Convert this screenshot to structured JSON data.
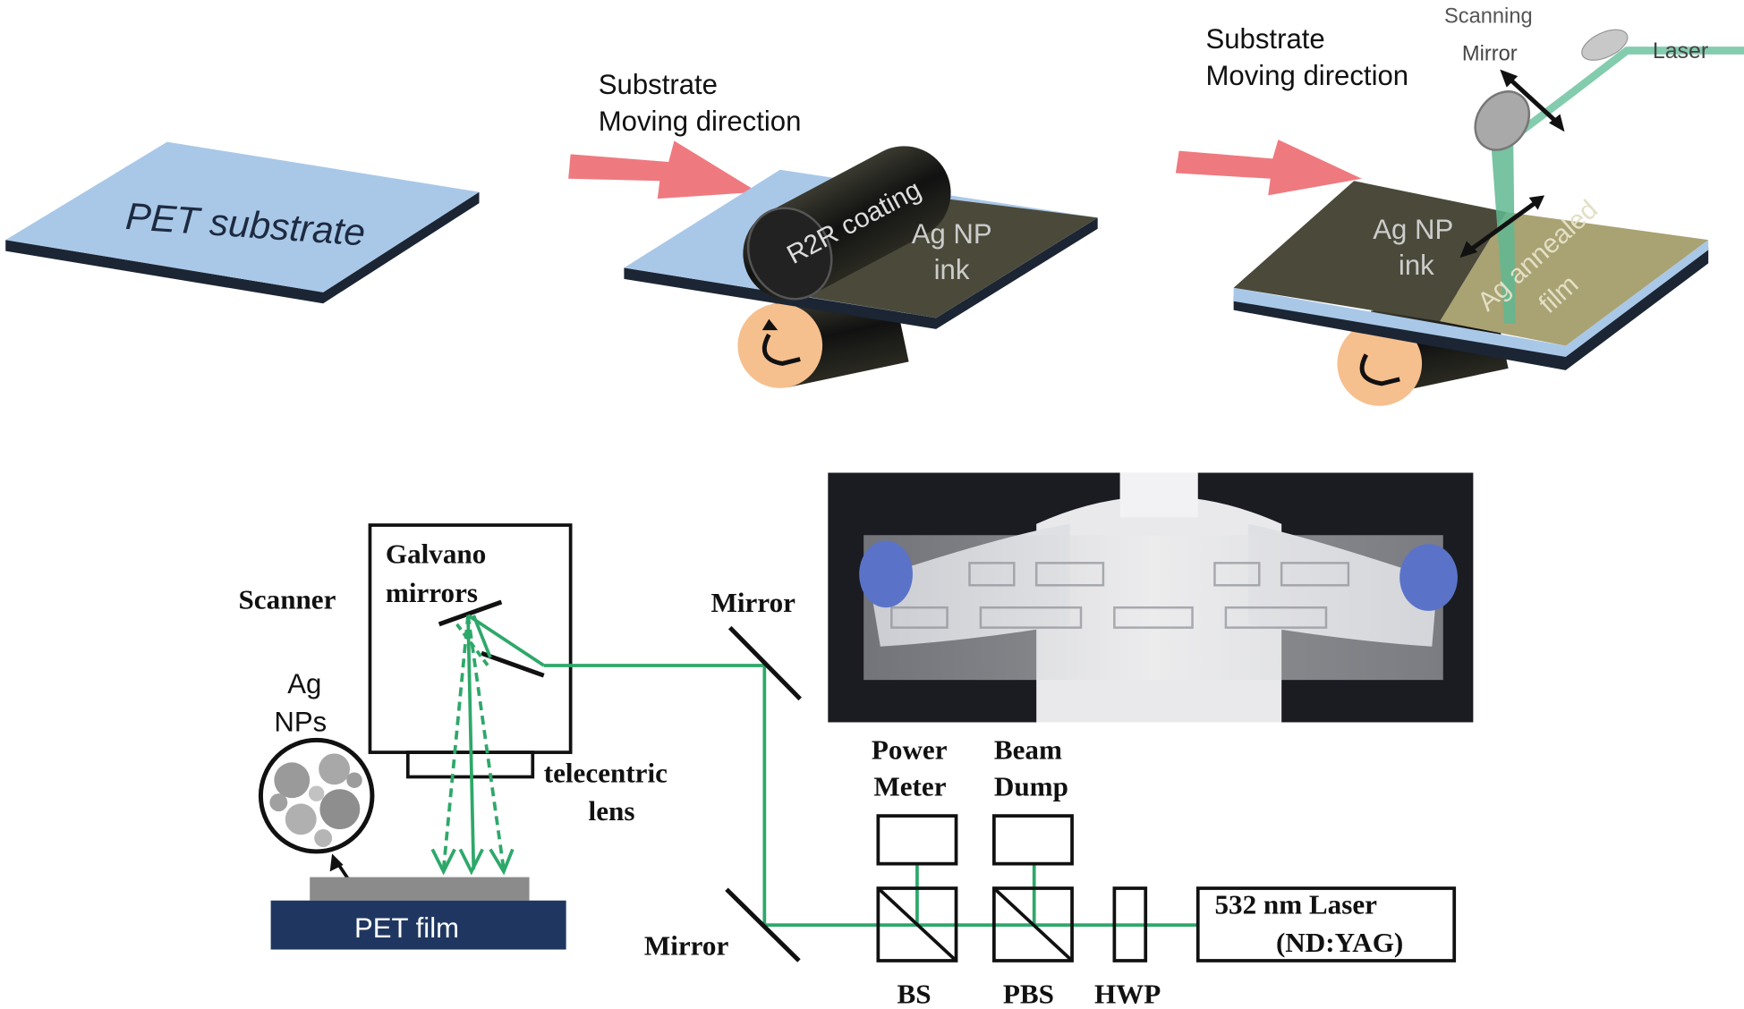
{
  "colors": {
    "pet_blue": "#a9c8e8",
    "ink_olive": "#4b4a3a",
    "annealed_tan": "#a9a273",
    "laser_green": "#2ea86a",
    "arrow_pink": "#ee7a80",
    "roller_orange": "#f6bf8e",
    "pet_film_navy": "#1f3760"
  },
  "top": {
    "panel1": {
      "substrate_label": "PET substrate"
    },
    "panel2": {
      "direction_line1": "Substrate",
      "direction_line2": "Moving direction",
      "roller_label": "R2R coating",
      "ink_line1": "Ag NP",
      "ink_line2": "ink"
    },
    "panel3": {
      "direction_line1": "Substrate",
      "direction_line2": "Moving direction",
      "mirror_line1": "Scanning",
      "mirror_line2": "Mirror",
      "laser_label": "Laser",
      "ink_line1": "Ag NP",
      "ink_line2": "ink",
      "annealed_line1": "Ag annealed",
      "annealed_line2": "film"
    }
  },
  "bottom": {
    "scanner_label": "Scanner",
    "galvano_line1": "Galvano",
    "galvano_line2": "mirrors",
    "agnps_line1": "Ag",
    "agnps_line2": "NPs",
    "lens_line1": "telecentric",
    "lens_line2": "lens",
    "pet_film": "PET film",
    "mirror_top": "Mirror",
    "mirror_bottom": "Mirror",
    "power_line1": "Power",
    "power_line2": "Meter",
    "dump_line1": "Beam",
    "dump_line2": "Dump",
    "bs": "BS",
    "pbs": "PBS",
    "hwp": "HWP",
    "laser_line1": "532 nm Laser",
    "laser_line2": "(ND:YAG)"
  }
}
